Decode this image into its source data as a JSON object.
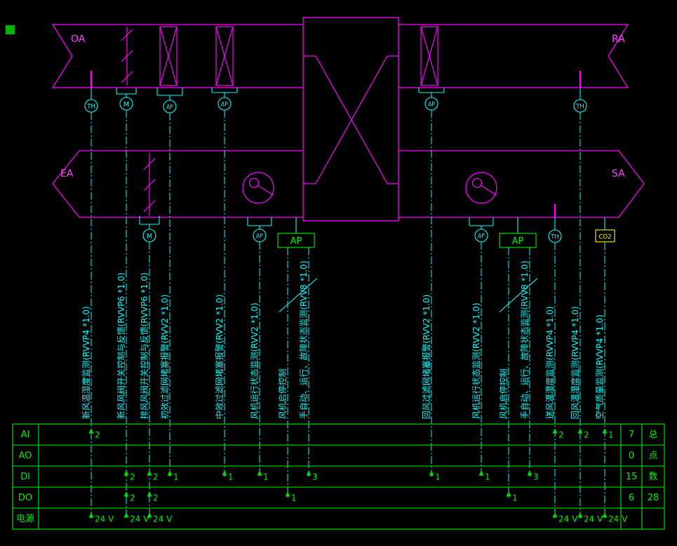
{
  "drawing": {
    "duct_labels": {
      "oa": "OA",
      "ra": "RA",
      "ea": "EA",
      "sa": "SA"
    },
    "symbols": {
      "th": "TH",
      "m": "M",
      "dp": "ΔP",
      "ap": "AP",
      "co2": "CO2"
    }
  },
  "points": [
    {
      "label": "新风温湿度监测(RVVP4 *1.0)",
      "stops": [
        {
          "row": "AI",
          "value": "2"
        },
        {
          "row": "电源",
          "value": "24 V"
        }
      ]
    },
    {
      "label": "新风风阀开关控制与反馈(RVVP6 *1.0)",
      "stops": [
        {
          "row": "DI",
          "value": "2"
        },
        {
          "row": "DO",
          "value": "2"
        },
        {
          "row": "电源",
          "value": "24 V"
        }
      ]
    },
    {
      "label": "排风风阀开关控制与反馈(RVVP6 *1.0)",
      "stops": [
        {
          "row": "DI",
          "value": "2"
        },
        {
          "row": "DO",
          "value": "2"
        },
        {
          "row": "电源",
          "value": "24 V"
        }
      ]
    },
    {
      "label": "初效过滤网堵塞报警(RVV2 *1.0)",
      "stops": [
        {
          "row": "DI",
          "value": "1"
        }
      ]
    },
    {
      "label": "中效过滤网堵塞报警(RVV2 *1.0)",
      "stops": [
        {
          "row": "DI",
          "value": "1"
        }
      ]
    },
    {
      "label": "风机运行状态监测(RVV2 *1.0)",
      "stops": [
        {
          "row": "DI",
          "value": "1"
        }
      ]
    },
    {
      "label": "风机启停控制",
      "stops": [
        {
          "row": "DO",
          "value": "1"
        }
      ]
    },
    {
      "label": "手自动、运行、故障状态监测(RVV8 *1.0)",
      "stops": [
        {
          "row": "DI",
          "value": "3"
        }
      ]
    },
    {
      "label": "回风过滤网堵塞报警(RVV2 *1.0)",
      "stops": [
        {
          "row": "DI",
          "value": "1"
        }
      ]
    },
    {
      "label": "风机运行状态监测(RVV2 *1.0)",
      "stops": [
        {
          "row": "DI",
          "value": "1"
        }
      ]
    },
    {
      "label": "风机启停控制",
      "stops": [
        {
          "row": "DO",
          "value": "1"
        }
      ]
    },
    {
      "label": "手自动、运行、故障状态监测(RVV8 *1.0)",
      "stops": [
        {
          "row": "DI",
          "value": "3"
        }
      ]
    },
    {
      "label": "送风温湿度监测(RVVP4 *1.0)",
      "stops": [
        {
          "row": "AI",
          "value": "2"
        },
        {
          "row": "电源",
          "value": "24 V"
        }
      ]
    },
    {
      "label": "回风温湿度监测(RVVP4 *1.0)",
      "stops": [
        {
          "row": "AI",
          "value": "2"
        },
        {
          "row": "电源",
          "value": "24 V"
        }
      ]
    },
    {
      "label": "空气质量监测(RVVP4 *1.0)",
      "stops": [
        {
          "row": "AI",
          "value": "1"
        },
        {
          "row": "电源",
          "value": "24 V"
        }
      ]
    }
  ],
  "table": {
    "rows": [
      {
        "label": "AI",
        "total": "7"
      },
      {
        "label": "AO",
        "total": "0"
      },
      {
        "label": "DI",
        "total": "15"
      },
      {
        "label": "DO",
        "total": "6"
      },
      {
        "label": "电源",
        "total": ""
      }
    ],
    "side_label": "总点数",
    "grand_total": "28"
  }
}
